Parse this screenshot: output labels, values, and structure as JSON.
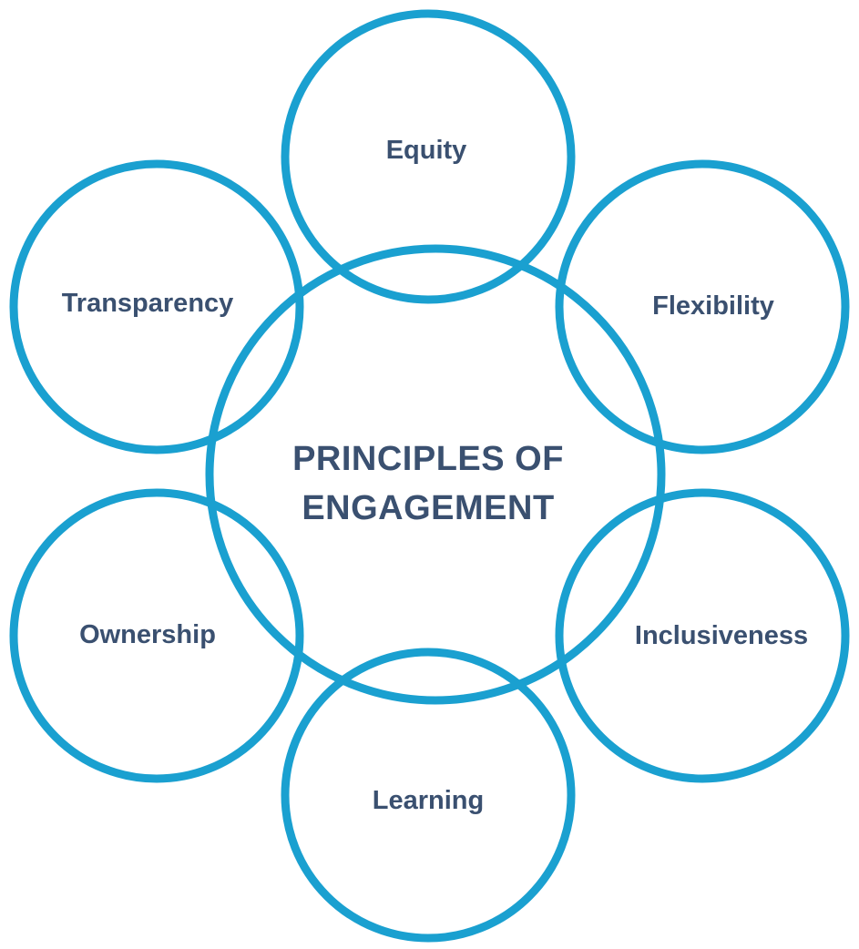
{
  "diagram": {
    "center": {
      "lines": [
        "PRINCIPLES OF",
        "ENGAGEMENT"
      ]
    },
    "petals": [
      {
        "label": "Equity"
      },
      {
        "label": "Flexibility"
      },
      {
        "label": "Inclusiveness"
      },
      {
        "label": "Learning"
      },
      {
        "label": "Ownership"
      },
      {
        "label": "Transparency"
      }
    ]
  },
  "colors": {
    "ring": "#1aa0d0",
    "text": "#3a5070"
  }
}
